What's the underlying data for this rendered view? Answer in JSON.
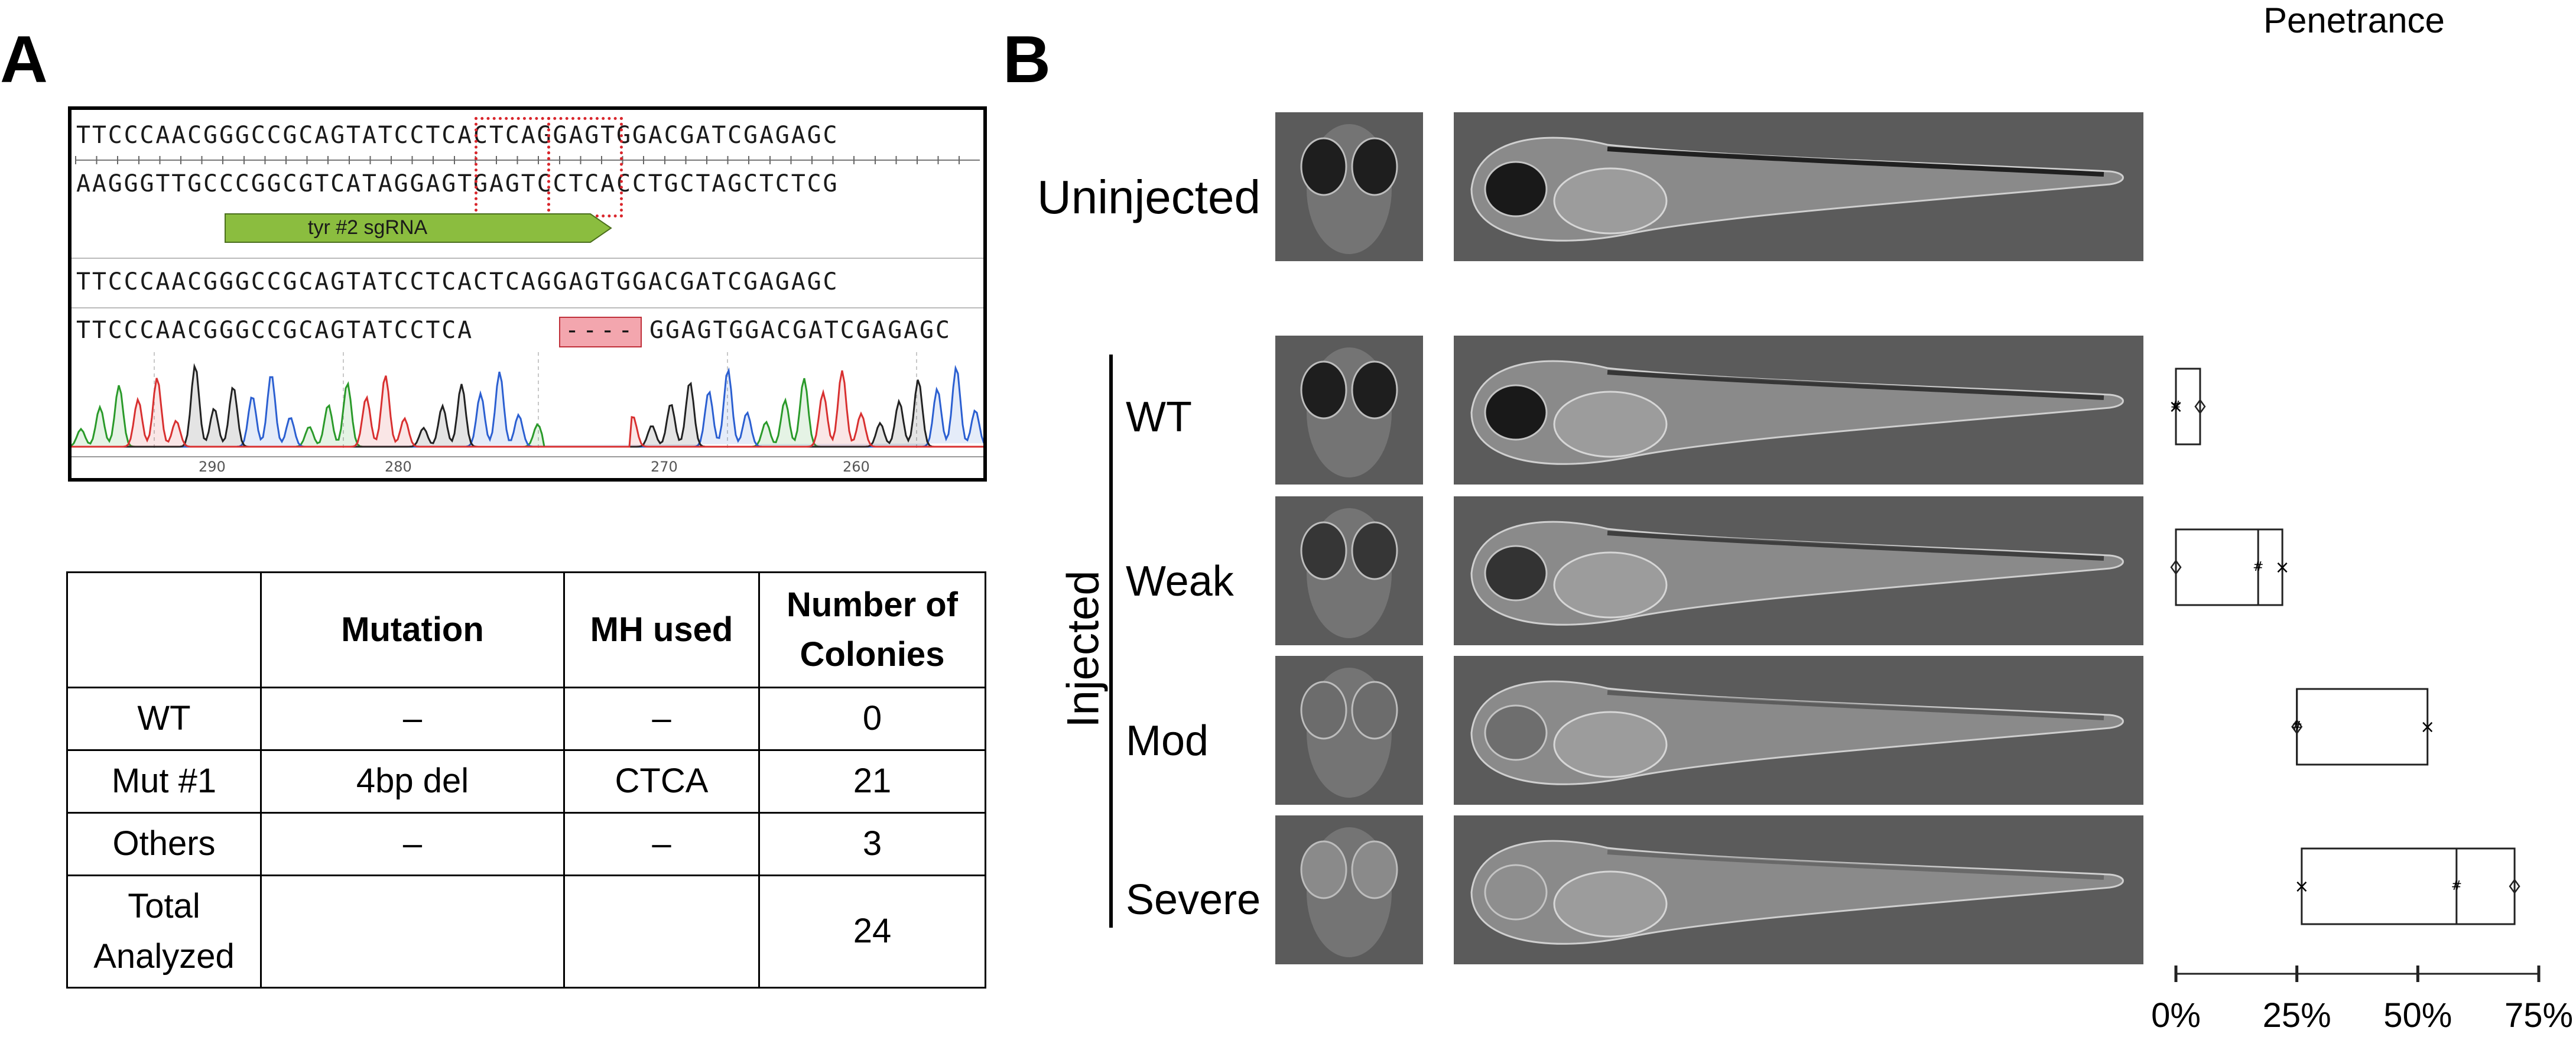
{
  "panel_a": {
    "letter": "A",
    "sequence": {
      "ref_top": "TTCCCAACGGGCCGCAGTATCCTCACTCAGGAGTGGACGATCGAGAGC",
      "ref_bottom": "AAGGGTTGCCCGGCGTCATAGGAGTGAGTCCTCACCTGCTAGCTCTCG",
      "sgrna_label": "tyr #2 sgRNA",
      "wt_read": "TTCCCAACGGGCCGCAGTATCCTCACTCAGGAGTGGACGATCGAGAGC",
      "mut_read_left": "TTCCCAACGGGCCGCAGTATCCTCA",
      "deletion": "----",
      "mut_read_right": "GGAGTGGACGATCGAGAGC",
      "trace_positions": [
        "290",
        "280",
        "270",
        "260"
      ],
      "colors": {
        "sgrna": "#8bbd3f",
        "microhomology_box": "#d9262c",
        "deletion_box": "#f3a6ae"
      }
    },
    "table": {
      "headers": [
        "",
        "Mutation",
        "MH used",
        "Number of Colonies"
      ],
      "rows": [
        [
          "WT",
          "–",
          "–",
          "0"
        ],
        [
          "Mut #1",
          "4bp del",
          "CTCA",
          "21"
        ],
        [
          "Others",
          "–",
          "–",
          "3"
        ],
        [
          "Total Analyzed",
          "",
          "",
          "24"
        ]
      ]
    }
  },
  "panel_b": {
    "letter": "B",
    "uninjected_label": "Uninjected",
    "injected_label": "Injected",
    "row_labels": [
      "WT",
      "Weak",
      "Mod",
      "Severe"
    ]
  },
  "chart_data": {
    "type": "box",
    "title": "Penetrance",
    "categories": [
      "WT",
      "Weak",
      "Mod",
      "Severe"
    ],
    "xlim": [
      0,
      75
    ],
    "x_ticks": [
      "0%",
      "25%",
      "50%",
      "75%"
    ],
    "series": [
      {
        "category": "WT",
        "min": 0,
        "median": 0,
        "max": 5,
        "points": [
          {
            "marker": "x",
            "value": 0
          },
          {
            "marker": "#",
            "value": 0
          },
          {
            "marker": "diamond",
            "value": 5
          }
        ]
      },
      {
        "category": "Weak",
        "min": 0,
        "median": 17,
        "max": 22,
        "points": [
          {
            "marker": "diamond",
            "value": 0
          },
          {
            "marker": "#",
            "value": 17
          },
          {
            "marker": "x",
            "value": 22
          }
        ]
      },
      {
        "category": "Mod",
        "min": 25,
        "median": 25,
        "max": 52,
        "points": [
          {
            "marker": "diamond",
            "value": 25
          },
          {
            "marker": "#",
            "value": 25
          },
          {
            "marker": "x",
            "value": 52
          }
        ]
      },
      {
        "category": "Severe",
        "min": 26,
        "median": 58,
        "max": 70,
        "points": [
          {
            "marker": "x",
            "value": 26
          },
          {
            "marker": "#",
            "value": 58
          },
          {
            "marker": "diamond",
            "value": 70
          }
        ]
      }
    ]
  }
}
